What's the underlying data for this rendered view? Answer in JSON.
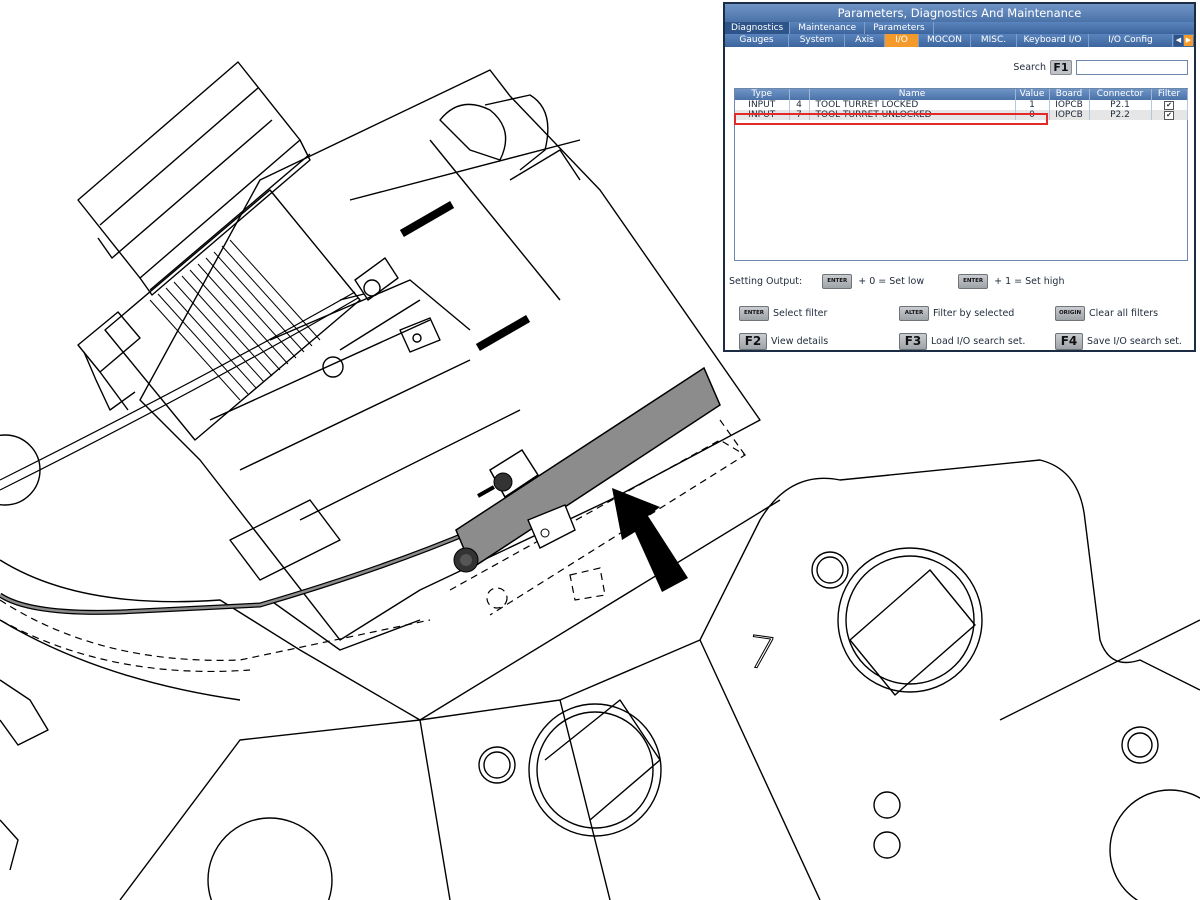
{
  "panel": {
    "title": "Parameters, Diagnostics And Maintenance",
    "tabs": [
      "Diagnostics",
      "Maintenance",
      "Parameters"
    ],
    "active_tab": "Diagnostics",
    "subtabs": [
      "Gauges",
      "System",
      "Axis",
      "I/O",
      "MOCON",
      "MISC.",
      "Keyboard I/O",
      "I/O Config"
    ],
    "active_subtab": "I/O",
    "search_label": "Search",
    "search_key": "F1",
    "search_value": "",
    "table": {
      "columns": [
        "Type",
        "",
        "Name",
        "Value",
        "Board",
        "Connector",
        "Filter"
      ],
      "rows": [
        {
          "type": "INPUT",
          "num": "4",
          "name": "TOOL TURRET LOCKED",
          "value": "1",
          "board": "IOPCB",
          "connector": "P2.1",
          "filter": "✔"
        },
        {
          "type": "INPUT",
          "num": "7",
          "name": "TOOL TURRET UNLOCKED",
          "value": "0",
          "board": "IOPCB",
          "connector": "P2.2",
          "filter": "✔"
        }
      ]
    },
    "setting_output": {
      "label": "Setting Output:",
      "key": "ENTER",
      "low_text": "+ 0 = Set low",
      "high_text": "+ 1 = Set high"
    },
    "actions": [
      {
        "key": "ENTER",
        "label": "Select filter"
      },
      {
        "key": "ALTER",
        "label": "Filter by selected"
      },
      {
        "key": "ORIGIN",
        "label": "Clear all filters"
      },
      {
        "key": "F2",
        "label": "View details"
      },
      {
        "key": "F3",
        "label": "Load I/O search set."
      },
      {
        "key": "F4",
        "label": "Save I/O search set."
      }
    ]
  },
  "drawing": {
    "pocket_number": "7",
    "colors": {
      "line": "#000000",
      "bracket_fill": "#8c8c8c",
      "selection": "#e22a2a",
      "accent_tab": "#f39a2a"
    }
  }
}
